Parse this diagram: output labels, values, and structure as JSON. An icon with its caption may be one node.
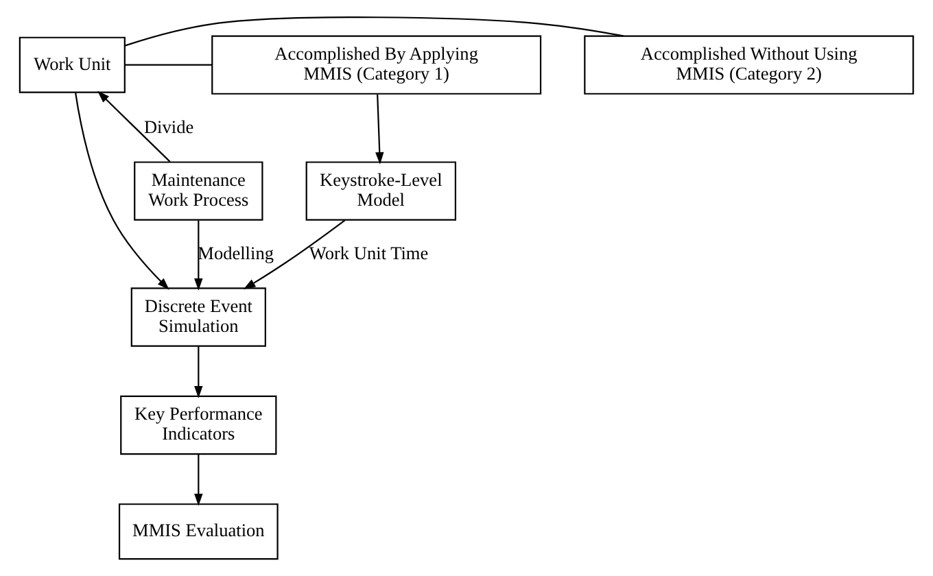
{
  "diagram": {
    "nodes": [
      {
        "text": [
          "Work Unit"
        ]
      },
      {
        "text": [
          "Accomplished Without Using MMIS (Category 2)"
        ]
      },
      {
        "text": [
          "Accomplished By Applying MMIS (Category 1)"
        ]
      },
      {
        "text": [
          "Keystroke-Level Model"
        ]
      },
      {
        "text": [
          "Maintenance Work Process"
        ]
      },
      {
        "text": [
          "Discrete Event Simulation"
        ]
      },
      {
        "text": [
          "Key Performance Indicators"
        ]
      },
      {
        "text": [
          "MMIS Evaluation"
        ]
      }
    ],
    "edges": [
      {
        "from": 0,
        "to": 1,
        "arrow": "none"
      },
      {
        "from": 0,
        "to": 2,
        "arrow": "none"
      },
      {
        "from": 2,
        "to": 3,
        "arrow": "to"
      },
      {
        "from": 4,
        "to": 0,
        "arrow": "to",
        "label": "Divide"
      },
      {
        "from": 0,
        "to": 5,
        "arrow": "to"
      },
      {
        "from": 4,
        "to": 5,
        "arrow": "to",
        "label": "Modelling"
      },
      {
        "from": 3,
        "to": 5,
        "arrow": "to",
        "label": "Work Unit Time"
      },
      {
        "from": 5,
        "to": 6,
        "arrow": "to"
      },
      {
        "from": 6,
        "to": 7,
        "arrow": "to"
      }
    ]
  }
}
